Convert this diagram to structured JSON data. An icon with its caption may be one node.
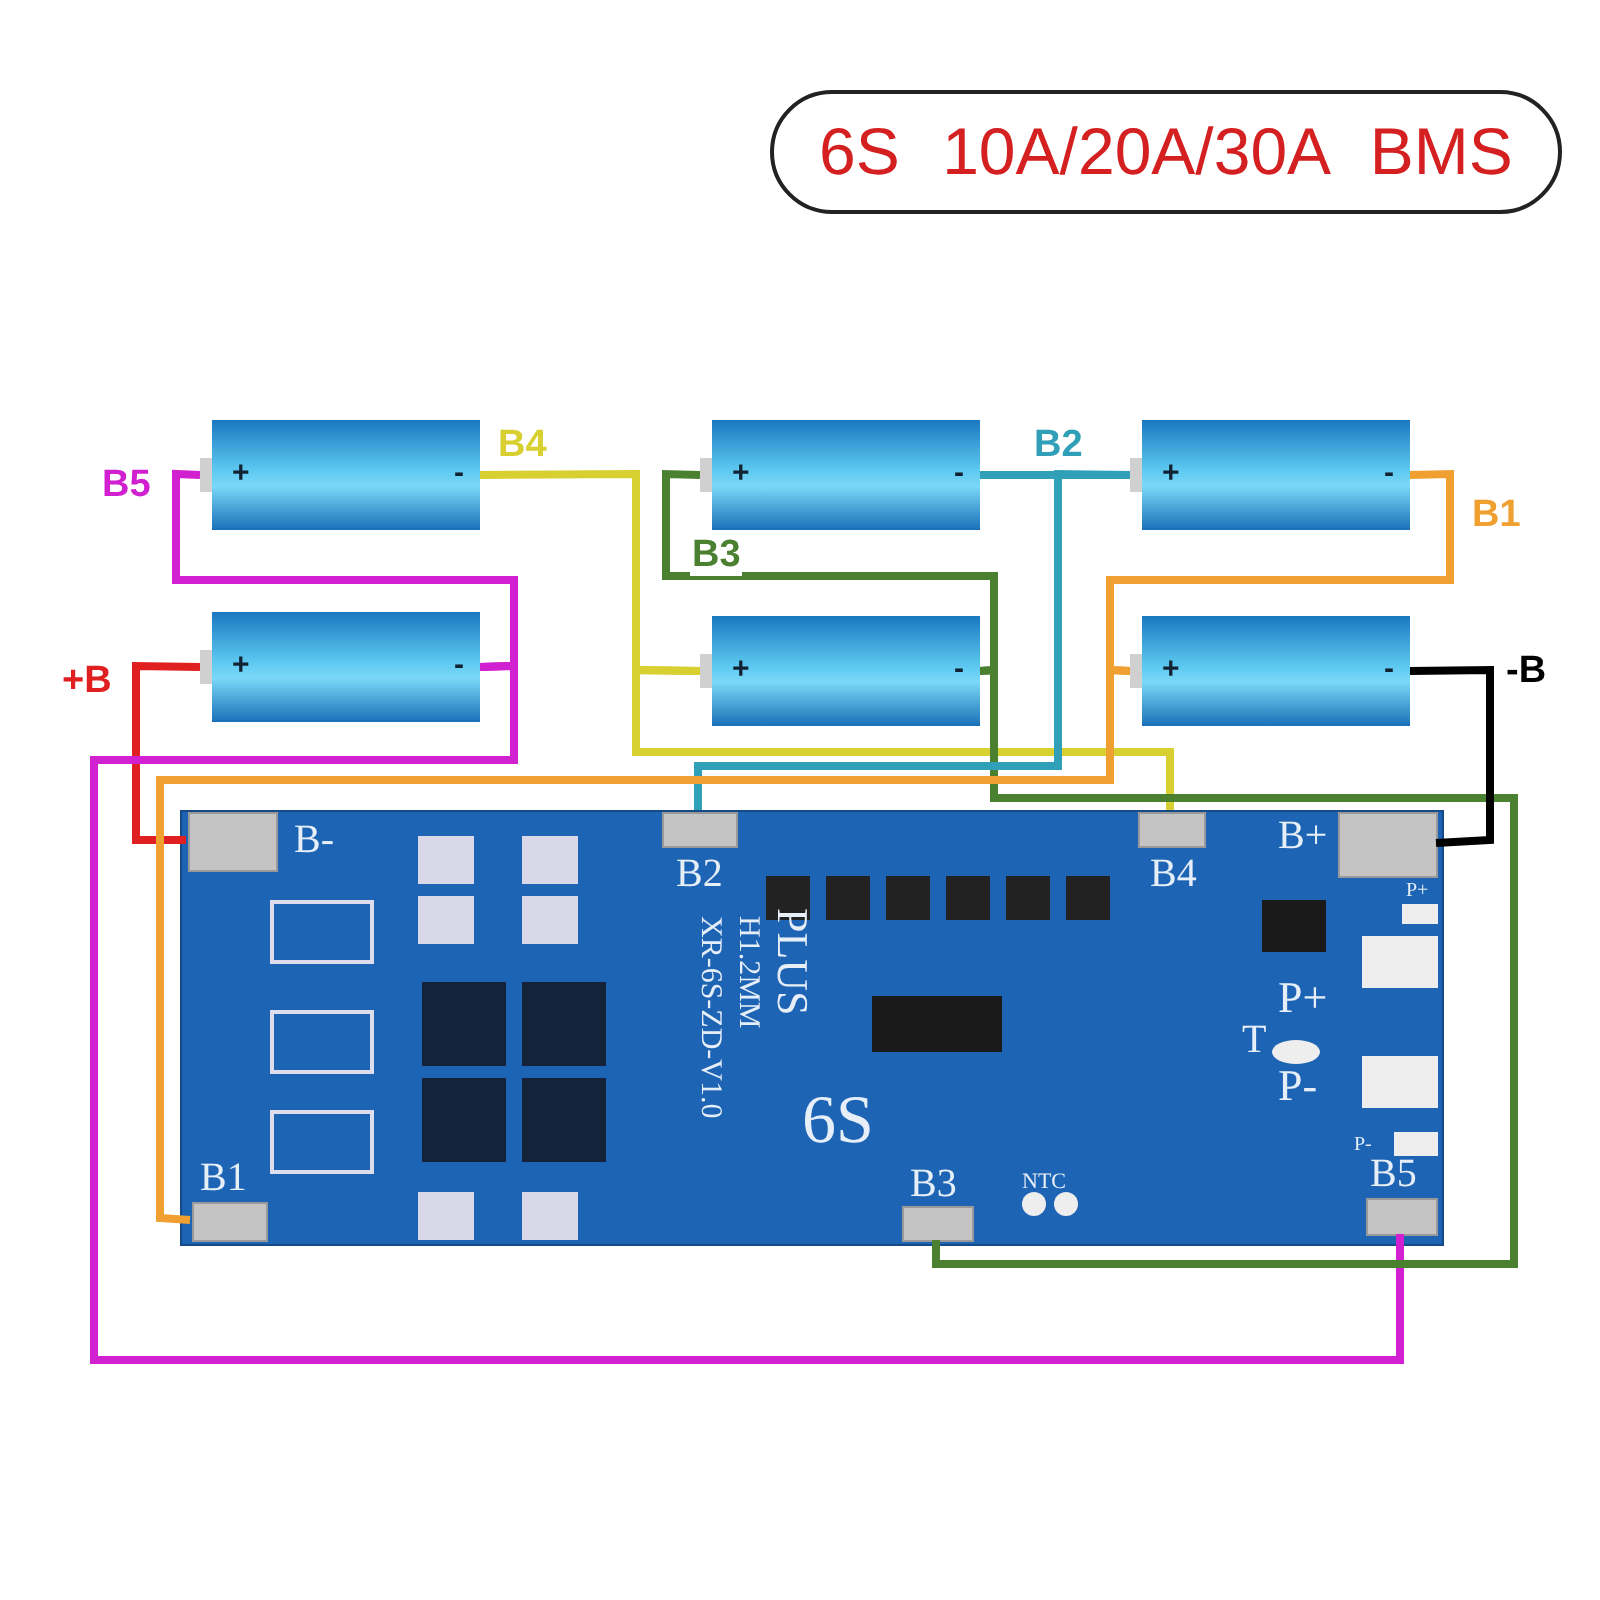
{
  "diagram": {
    "title": "6S 10A/20A/30A BMS",
    "nodes": [
      {
        "text": [
          "+",
          "-"
        ]
      },
      {
        "text": [
          "+",
          "-"
        ]
      },
      {
        "text": [
          "+",
          "-"
        ]
      },
      {
        "text": [
          "+",
          "-"
        ]
      },
      {
        "text": [
          "+",
          "-"
        ]
      },
      {
        "text": [
          "+",
          "-"
        ]
      },
      {
        "text": [
          "XR-6S-ZD-V1.0",
          "H1.2MM",
          "PLUS",
          "6S"
        ]
      },
      {
        "text": [
          "B-"
        ],
        "in": 6
      },
      {
        "text": [
          "B2"
        ],
        "in": 6
      },
      {
        "text": [
          "B4"
        ],
        "in": 6
      },
      {
        "text": [
          "B+"
        ],
        "in": 6
      },
      {
        "text": [
          "B1"
        ],
        "in": 6
      },
      {
        "text": [
          "B3"
        ],
        "in": 6
      },
      {
        "text": [
          "B5"
        ],
        "in": 6
      }
    ],
    "edges": [
      {
        "from": 3,
        "to": 7,
        "arrow": "none",
        "label": "+B",
        "color": "#e02020"
      },
      {
        "from": 0,
        "to": 3,
        "arrow": "none",
        "label": "B5",
        "color": "#d020d0"
      },
      {
        "from": 3,
        "to": 13,
        "arrow": "none",
        "color": "#d020d0"
      },
      {
        "from": 0,
        "to": 4,
        "arrow": "none",
        "label": "B4",
        "color": "#d8d030"
      },
      {
        "from": 4,
        "to": 9,
        "arrow": "none",
        "color": "#d8d030"
      },
      {
        "from": 1,
        "to": 4,
        "arrow": "none",
        "label": "B3",
        "color": "#4a8030"
      },
      {
        "from": 4,
        "to": 12,
        "arrow": "none",
        "color": "#4a8030"
      },
      {
        "from": 1,
        "to": 2,
        "arrow": "none",
        "label": "B2",
        "color": "#30a0b8"
      },
      {
        "from": 2,
        "to": 8,
        "arrow": "none",
        "color": "#30a0b8"
      },
      {
        "from": 2,
        "to": 5,
        "arrow": "none",
        "label": "B1",
        "color": "#f0a030"
      },
      {
        "from": 5,
        "to": 11,
        "arrow": "none",
        "color": "#f0a030"
      },
      {
        "from": 5,
        "to": 10,
        "arrow": "none",
        "label": "-B",
        "color": "#000000"
      }
    ],
    "labels": [
      "P+",
      "P+",
      "T",
      "P-",
      "P-",
      "NTC"
    ]
  }
}
